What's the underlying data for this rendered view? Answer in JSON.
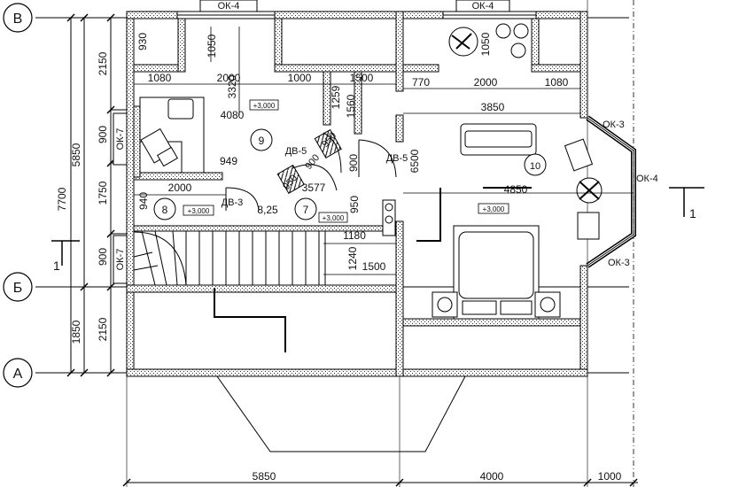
{
  "axes": {
    "V": "В",
    "B": "Б",
    "A": "А"
  },
  "section_mark": "1",
  "windows": {
    "ok4_top_left": "ОК-4",
    "ok4_top_right": "ОК-4",
    "ok3_upper": "ОК-3",
    "ok4_right": "ОК-4",
    "ok3_lower": "ОК-3",
    "ok7_upper": "ОК-7",
    "ok7_lower": "ОК-7"
  },
  "doors": {
    "dv5_a": "ДВ-5",
    "dv5_b": "ДВ-5",
    "dv3": "ДВ-3"
  },
  "rooms": {
    "r9": "9",
    "r10": "10",
    "r8": "8",
    "r7": "7",
    "area_7": "8,25"
  },
  "levels": {
    "room9": "+3,000",
    "room8": "+3,000",
    "room7": "+3,000",
    "room10": "+3,000"
  },
  "left_dims": {
    "d7700": "7700",
    "d5850": "5850",
    "d1850": "1850",
    "d2150_top": "2150",
    "d900_a": "900",
    "d1750": "1750",
    "d900_b": "900",
    "d2150_bottom": "2150"
  },
  "bottom_dims": {
    "d5850": "5850",
    "d4000": "4000",
    "d1000": "1000"
  },
  "inner_dims": {
    "d930": "930",
    "d1050_a": "1050",
    "d1050_b": "1050",
    "d1080_a": "1080",
    "d2000_a": "2000",
    "d1000": "1000",
    "d3320": "3320",
    "d1500_a": "1500",
    "d770": "770",
    "d2000_b": "2000",
    "d1080_b": "1080",
    "d1259": "1259",
    "d1560": "1560",
    "d4080": "4080",
    "d3850": "3850",
    "d950_a": "950",
    "d900_a": "900",
    "d949": "949",
    "d900_b": "900",
    "d6500": "6500",
    "d950_b": "950",
    "d3577": "3577",
    "d2000_c": "2000",
    "d4850": "4850",
    "d940": "940",
    "d950_c": "950",
    "d1180": "1180",
    "d1240": "1240",
    "d1500_b": "1500"
  }
}
